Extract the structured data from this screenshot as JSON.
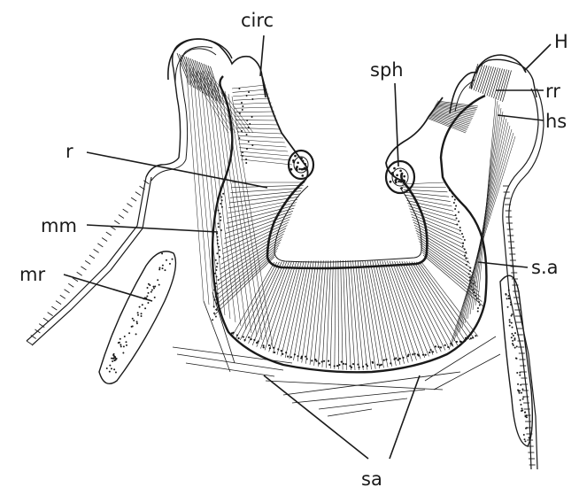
{
  "figure": {
    "labels": {
      "circ": "circ",
      "H": "H",
      "sph": "sph",
      "rr": "rr",
      "hs": "hs",
      "r": "r",
      "mm": "mm",
      "s_a_right": "s.a",
      "mr": "mr",
      "sa_bottom": "sa"
    }
  }
}
